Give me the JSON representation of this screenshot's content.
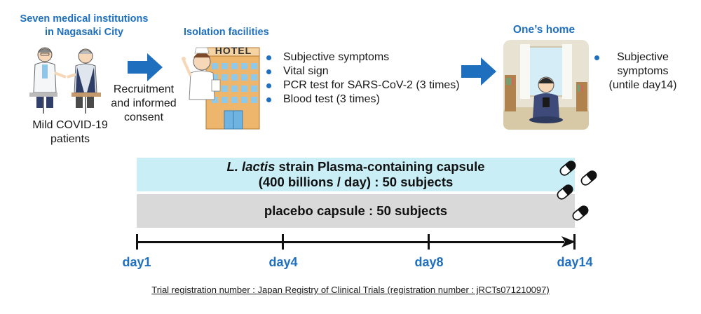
{
  "left_section": {
    "title_line1": "Seven medical institutions",
    "title_line2": "in Nagasaki City",
    "caption_line1": "Mild COVID-19",
    "caption_line2": "patients"
  },
  "recruitment": {
    "line1": "Recruitment",
    "line2": "and informed",
    "line3": "consent"
  },
  "isolation": {
    "title": "Isolation facilities",
    "hotel_sign": "HOTEL",
    "bullets": [
      "Subjective symptoms",
      "Vital sign",
      "PCR test for SARS-CoV-2 (3 times)",
      "Blood test (3 times)"
    ]
  },
  "home": {
    "title": "One’s home",
    "bullet_line1": "Subjective",
    "bullet_line2": "symptoms",
    "bullet_line3": "(untile day14)"
  },
  "bands": {
    "active_italic": "L. lactis",
    "active_line1_rest": " strain Plasma-containing capsule",
    "active_line2": "(400 billions / day) : 50 subjects",
    "placebo": "placebo capsule : 50 subjects"
  },
  "timeline": {
    "days": [
      "day1",
      "day4",
      "day8",
      "day14"
    ]
  },
  "footer": {
    "registration": "Trial registration number : Japan Registry of Clinical Trials (registration number : jRCTs071210097)"
  },
  "colors": {
    "accent_blue": "#1f6fbf",
    "active_band": "#c9eef6",
    "placebo_band": "#d9d9d9",
    "arrow_blue": "#1f6fbf"
  }
}
